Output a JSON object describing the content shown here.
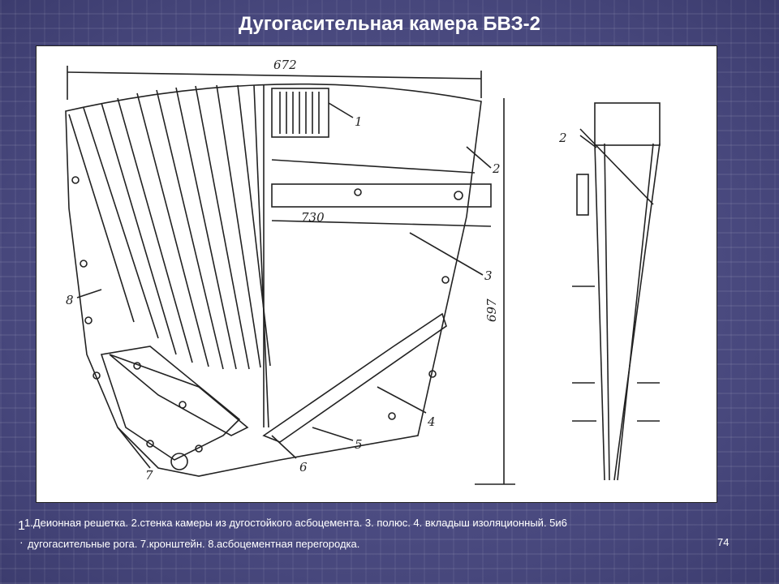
{
  "slide": {
    "title": "Дугогасительная камера БВЗ-2",
    "page_number": "74",
    "marker": "1",
    "bullet": "·"
  },
  "figure": {
    "dimension_top": "672",
    "dimension_middle": "730",
    "dimension_right": "697",
    "callouts": [
      "1",
      "2",
      "3",
      "4",
      "5",
      "6",
      "7",
      "8",
      "2"
    ]
  },
  "caption": {
    "line1": "1.Деионная решетка. 2.стенка камеры из дугостойкого асбоцемента. 3. полюс. 4. вкладыш изоляционный. 5и6",
    "line2": "дугогасительные рога. 7.кронштейн. 8.асбоцементная перегородка."
  },
  "colors": {
    "background": "#4f4f86",
    "text": "#ffffff",
    "figure_bg": "#ffffff",
    "ink": "#222222"
  }
}
